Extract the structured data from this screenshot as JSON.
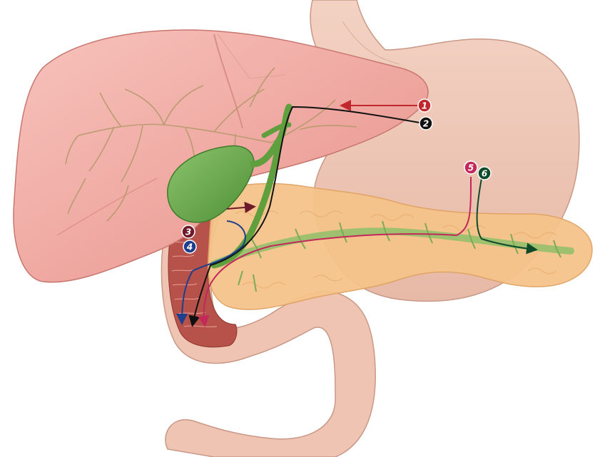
{
  "markers": [
    {
      "id": "1",
      "label": "1",
      "color": "#c0282d"
    },
    {
      "id": "2",
      "label": "2",
      "color": "#111111"
    },
    {
      "id": "3",
      "label": "3",
      "color": "#6e1a2b"
    },
    {
      "id": "4",
      "label": "4",
      "color": "#1f3f8c"
    },
    {
      "id": "5",
      "label": "5",
      "color": "#c2285a"
    },
    {
      "id": "6",
      "label": "6",
      "color": "#0f4a2a"
    }
  ],
  "colors": {
    "liver": "#eea59e",
    "liver_shadow": "#d9837c",
    "gallbladder": "#6fb04f",
    "stomach": "#efc4b2",
    "pancreas": "#f5c48a",
    "duodenum_inner": "#b6524a",
    "ducts": "#8fbf6a"
  }
}
